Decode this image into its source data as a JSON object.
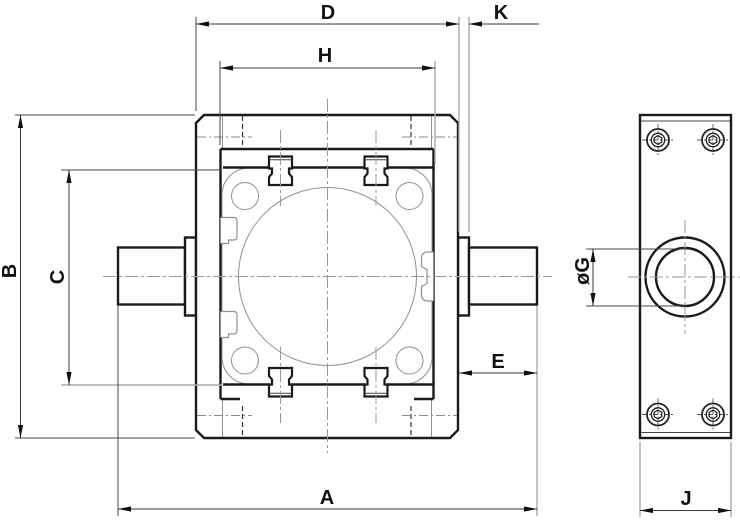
{
  "drawing": {
    "kind": "technical-dimension-drawing",
    "views": {
      "front_view": "gearbox housing front view with input and output shafts",
      "side_view": "gearbox housing side view with bore and socket screws"
    }
  },
  "dims": {
    "a": "A",
    "b": "B",
    "c": "C",
    "d": "D",
    "e": "E",
    "g": "øG",
    "h": "H",
    "j": "J",
    "k": "K"
  },
  "colors": {
    "background": "#ffffff",
    "line_bold": "#1a1a1a",
    "line_thin": "#909090",
    "centerline": "#999999",
    "dimension": "#3a3a3a",
    "extension_gray": "#ababab",
    "label": "#111111"
  }
}
